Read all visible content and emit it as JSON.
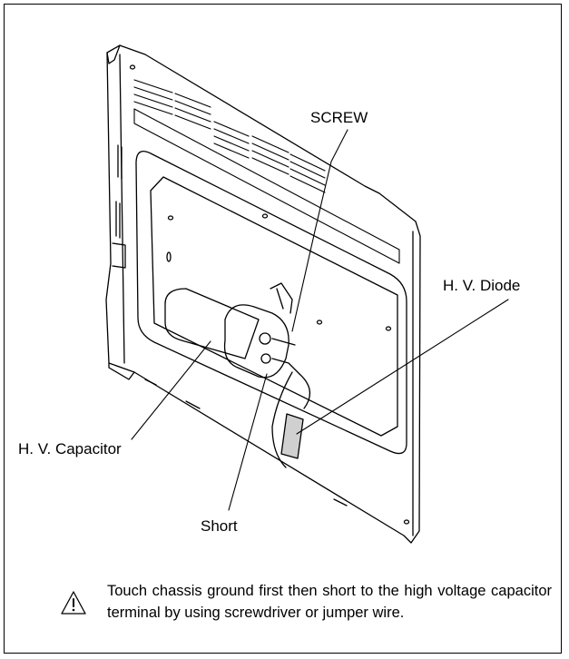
{
  "labels": {
    "screw": "SCREW",
    "diode": "H. V. Diode",
    "capacitor": "H. V. Capacitor",
    "short": "Short"
  },
  "note": {
    "icon": "warning-triangle-icon",
    "text": "Touch chassis ground first then short to the high voltage capacitor terminal by using screwdriver or jumper wire."
  }
}
